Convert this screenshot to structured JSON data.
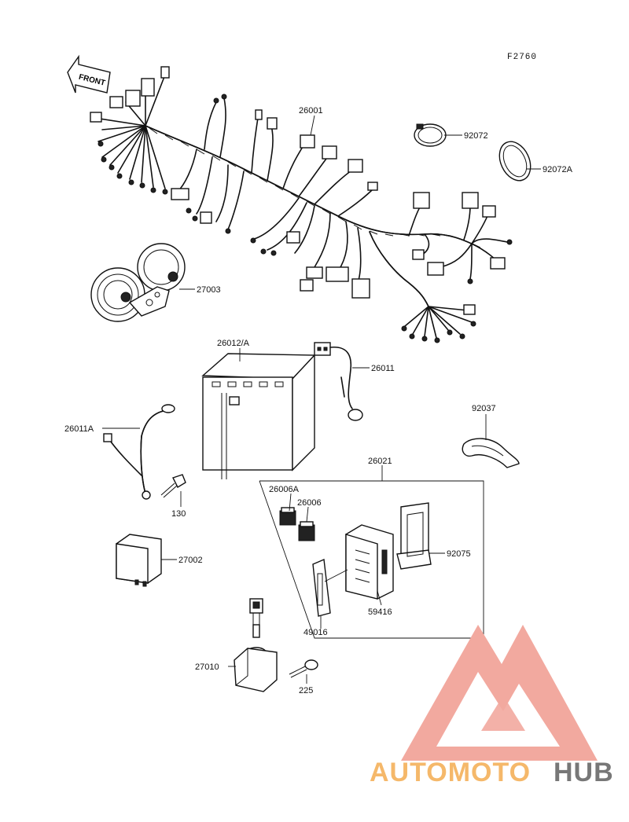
{
  "diagram": {
    "reference_code": "F2760",
    "front_label": "FRONT",
    "parts": [
      {
        "id": "harness",
        "number": "26001"
      },
      {
        "id": "band-a",
        "number": "92072"
      },
      {
        "id": "band-b",
        "number": "92072A"
      },
      {
        "id": "horn",
        "number": "27003"
      },
      {
        "id": "battery",
        "number": "26012/A"
      },
      {
        "id": "lead-wire",
        "number": "26011"
      },
      {
        "id": "battery-cable",
        "number": "26011A"
      },
      {
        "id": "clamp",
        "number": "92037"
      },
      {
        "id": "bolt-a",
        "number": "130"
      },
      {
        "id": "fuse-box-assy",
        "number": "26021"
      },
      {
        "id": "fuse-a",
        "number": "26006A"
      },
      {
        "id": "fuse-b",
        "number": "26006"
      },
      {
        "id": "cover",
        "number": "92075"
      },
      {
        "id": "relay",
        "number": "27002"
      },
      {
        "id": "fuse-case",
        "number": "59416"
      },
      {
        "id": "bracket",
        "number": "49016"
      },
      {
        "id": "starter-relay",
        "number": "27010"
      },
      {
        "id": "bolt-b",
        "number": "225"
      }
    ]
  },
  "watermark": {
    "brand_part1": "AUTOMOTO",
    "brand_part2": "HUB",
    "colors": {
      "triangle": "#f2a99f",
      "orange": "#f5b86a",
      "gray": "#777777"
    }
  }
}
